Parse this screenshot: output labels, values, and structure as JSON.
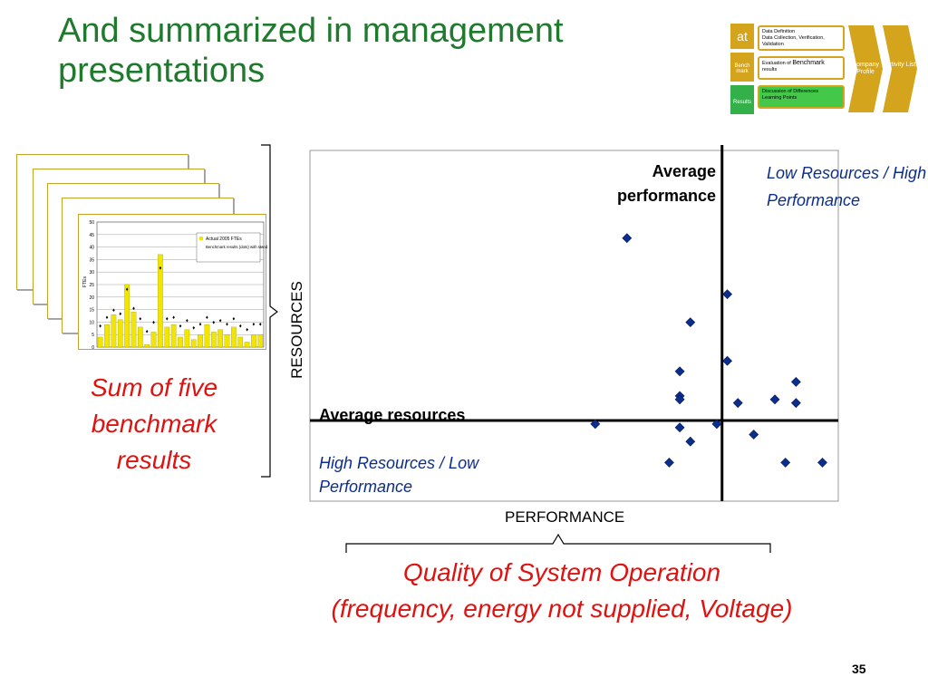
{
  "title": "And summarized in management presentations",
  "process": {
    "left_a": "at",
    "left_b": "Bench mark",
    "left_c": "Results",
    "box_a": [
      "Data Definition",
      "Data Collection, Verification, Validation"
    ],
    "box_b_pre": "Evaluation of",
    "box_b_main": "Benchmark",
    "box_b_post": "results",
    "box_c": [
      "Discussion of Differences",
      "Learning Points"
    ],
    "chevron_1": "Company Profile",
    "chevron_2": "Activity List"
  },
  "benchmark_chart": {
    "ylabel": "FTEs",
    "legend": [
      "Actual 2005 FTEs",
      "Benchmark results (dots) with standard deviation"
    ],
    "ticks": [
      "50",
      "45",
      "40",
      "35",
      "30",
      "25",
      "20",
      "15",
      "10",
      "5",
      "0"
    ]
  },
  "sum_caption": "Sum of five benchmark results",
  "quadrant": {
    "x_axis_label": "PERFORMANCE",
    "y_axis_label": "RESOURCES",
    "avg_performance": "Average performance",
    "avg_resources": "Average resources",
    "top_right": "Low Resources / High Performance",
    "bottom_left": "High Resources / Low Performance"
  },
  "quality_caption_1": "Quality of System Operation",
  "quality_caption_2": "(frequency, energy not supplied, Voltage)",
  "page_number": "35",
  "colors": {
    "title": "#1f7a2e",
    "red": "#e0120f",
    "point": "#0b2d8c",
    "gold": "#d4a51c",
    "green": "#33b04a"
  },
  "chart_data": {
    "type": "scatter",
    "xlabel": "PERFORMANCE",
    "ylabel": "RESOURCES",
    "xlim": [
      0,
      100
    ],
    "ylim": [
      0,
      100
    ],
    "points": [
      {
        "x": 60,
        "y": 75
      },
      {
        "x": 79,
        "y": 59
      },
      {
        "x": 72,
        "y": 51
      },
      {
        "x": 79,
        "y": 40
      },
      {
        "x": 70,
        "y": 37
      },
      {
        "x": 70,
        "y": 30
      },
      {
        "x": 70,
        "y": 29
      },
      {
        "x": 81,
        "y": 28
      },
      {
        "x": 92,
        "y": 34
      },
      {
        "x": 88,
        "y": 29
      },
      {
        "x": 92,
        "y": 28
      },
      {
        "x": 54,
        "y": 22
      },
      {
        "x": 77,
        "y": 22
      },
      {
        "x": 70,
        "y": 21
      },
      {
        "x": 84,
        "y": 19
      },
      {
        "x": 72,
        "y": 17
      },
      {
        "x": 68,
        "y": 11
      },
      {
        "x": 90,
        "y": 11
      },
      {
        "x": 97,
        "y": 11
      }
    ],
    "avg_x": 78,
    "avg_y": 23
  }
}
